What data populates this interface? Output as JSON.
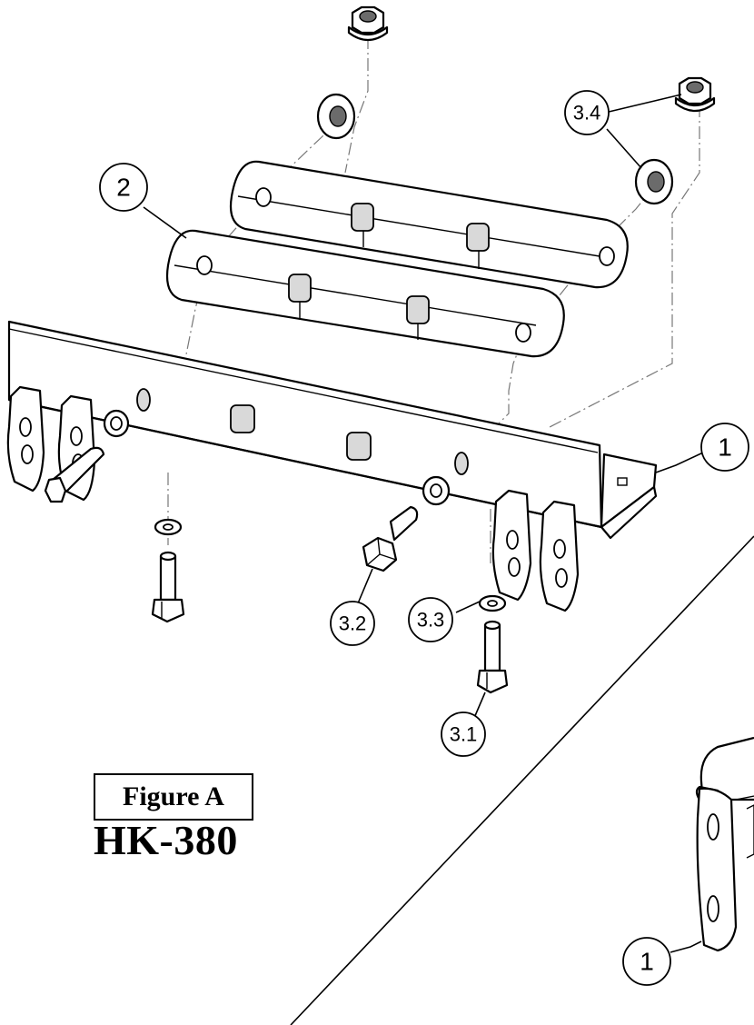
{
  "figure": {
    "title": "Figure A",
    "model": "HK-380"
  },
  "callouts": {
    "part_1_main": "1",
    "part_1_detail": "1",
    "part_2": "2",
    "part_3_1": "3.1",
    "part_3_2": "3.2",
    "part_3_3": "3.3",
    "part_3_4": "3.4"
  }
}
